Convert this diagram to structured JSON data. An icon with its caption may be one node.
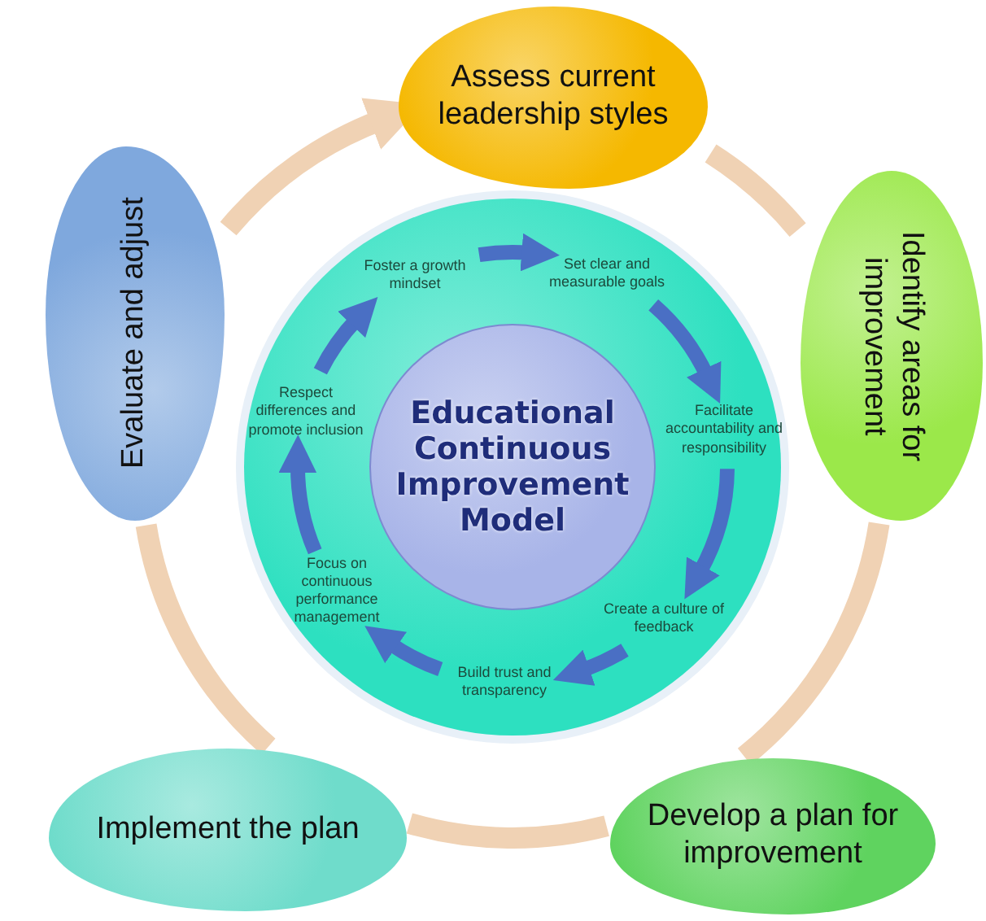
{
  "diagram": {
    "nodes": [
      {
        "text": [
          "Assess current leadership styles"
        ]
      },
      {
        "text": [
          "Identify areas for improvement"
        ]
      },
      {
        "text": [
          "Develop a plan for improvement"
        ]
      },
      {
        "text": [
          "Implement the plan"
        ]
      },
      {
        "text": [
          "Evaluate and adjust"
        ]
      },
      {
        "text": [],
        "shape": "circle"
      },
      {
        "text": [
          "Educational Continuous Improvement Model"
        ],
        "in": 5
      },
      {
        "text": [
          "Foster a growth mindset"
        ],
        "in": 5
      },
      {
        "text": [
          "Set clear and measurable goals"
        ],
        "in": 5
      },
      {
        "text": [
          "Facilitate accountability and responsibility"
        ],
        "in": 5
      },
      {
        "text": [
          "Create a culture of feedback"
        ],
        "in": 5
      },
      {
        "text": [
          "Build trust and transparency"
        ],
        "in": 5
      },
      {
        "text": [
          "Focus on continuous performance management"
        ],
        "in": 5
      },
      {
        "text": [
          "Respect differences and promote inclusion"
        ],
        "in": 5
      }
    ],
    "edges": [
      {
        "from": 0,
        "to": 1,
        "arrow": "none",
        "color": "#f0d2b4"
      },
      {
        "from": 1,
        "to": 2,
        "arrow": "none",
        "color": "#f0d2b4"
      },
      {
        "from": 2,
        "to": 3,
        "arrow": "none",
        "color": "#f0d2b4"
      },
      {
        "from": 3,
        "to": 4,
        "arrow": "none",
        "color": "#f0d2b4"
      },
      {
        "from": 4,
        "to": 0,
        "arrow": "to",
        "color": "#f0d2b4"
      },
      {
        "from": 7,
        "to": 8,
        "arrow": "to"
      },
      {
        "from": 8,
        "to": 9,
        "arrow": "to"
      },
      {
        "from": 9,
        "to": 10,
        "arrow": "to"
      },
      {
        "from": 10,
        "to": 11,
        "arrow": "to"
      },
      {
        "from": 11,
        "to": 12,
        "arrow": "to"
      },
      {
        "from": 12,
        "to": 13,
        "arrow": "to"
      },
      {
        "from": 13,
        "to": 7,
        "arrow": "to"
      }
    ]
  }
}
